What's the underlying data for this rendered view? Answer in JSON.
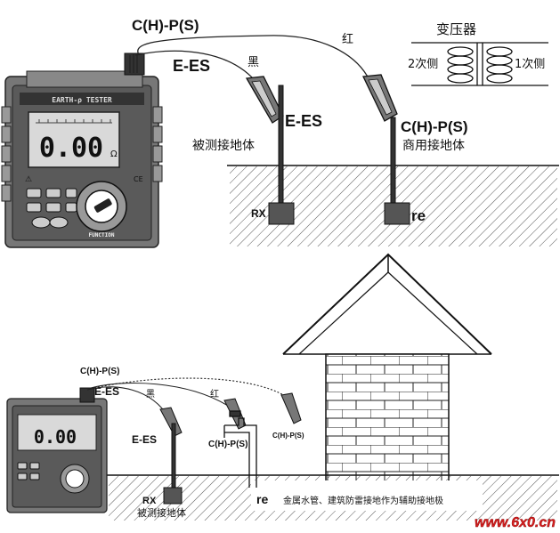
{
  "labels": {
    "chp_top": "C(H)-P(S)",
    "ees_top": "E-ES",
    "black": "黑",
    "red": "红",
    "transformer": "变压器",
    "secondary": "2次侧",
    "primary": "1次侧",
    "ees_rod": "E-ES",
    "chp_rod": "C(H)-P(S)",
    "measured_ground": "被测接地体",
    "commercial_ground": "商用接地体",
    "rx": "RX",
    "re": "re",
    "chp_bottom": "C(H)-P(S)",
    "ees_bottom": "E-ES",
    "black_bottom": "黑",
    "red_bottom": "红",
    "ees_bottom_rod": "E-ES",
    "chp_faucet": "C(H)-P(S)",
    "chp_small": "C(H)-P(S)",
    "rx_bottom": "RX",
    "measured_ground_bottom": "被测接地体",
    "re_bottom": "re",
    "aux_note": "金属水管、建筑防雷接地作为辅助接地极"
  },
  "device": {
    "title": "EARTH-ρ TESTER",
    "reading": "0.00",
    "unit": "Ω",
    "function_label": "FUNCTION"
  },
  "watermark": "www.6x0.cn"
}
